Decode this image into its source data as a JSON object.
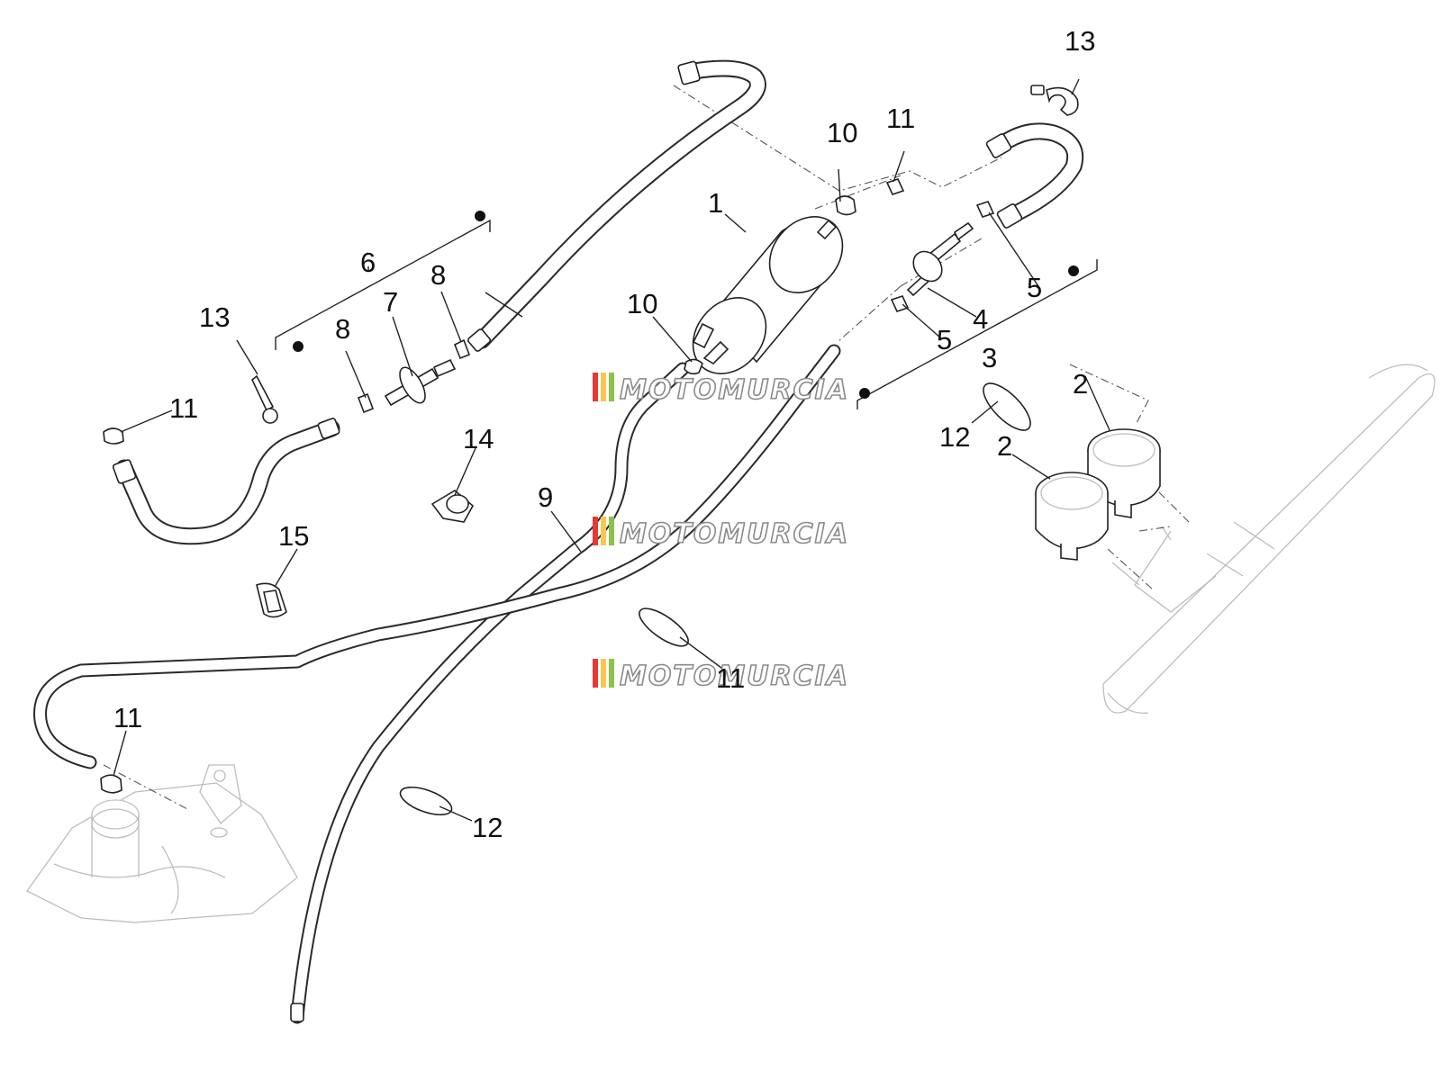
{
  "watermark": {
    "text": "MOTOMURCIA",
    "stripe_colors": [
      "#e53935",
      "#f9c74f",
      "#8bc34a"
    ]
  },
  "callouts": [
    "1",
    "2",
    "2",
    "3",
    "4",
    "5",
    "5",
    "6",
    "7",
    "8",
    "8",
    "9",
    "10",
    "10",
    "11",
    "11",
    "11",
    "11",
    "12",
    "12",
    "13",
    "13",
    "14",
    "15"
  ]
}
